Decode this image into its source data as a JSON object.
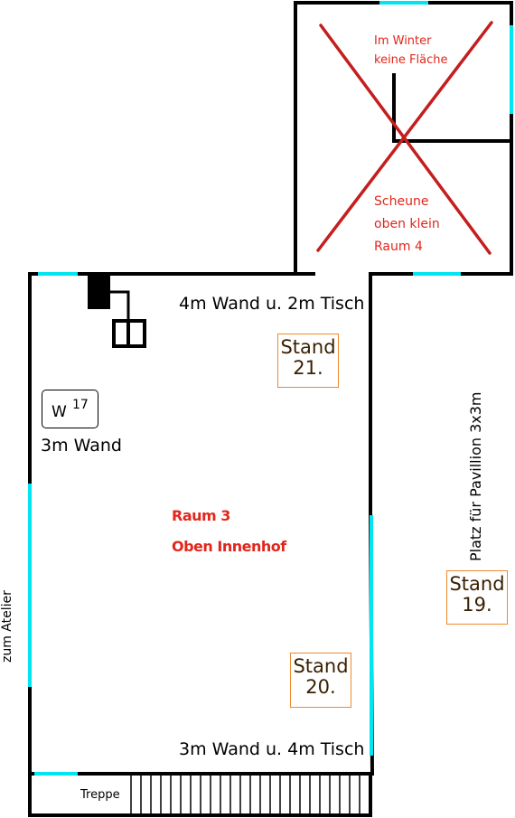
{
  "barn": {
    "note_line1": "Im Winter",
    "note_line2": "keine Fläche",
    "name_line1": "Scheune",
    "name_line2": "oben klein",
    "name_line3": "Raum 4"
  },
  "room3": {
    "title_line1": "Raum 3",
    "title_line2": "Oben Innenhof",
    "top_wall_label": "4m Wand u. 2m Tisch",
    "bottom_wall_label": "3m Wand u. 4m Tisch",
    "left_wall_label": "3m Wand",
    "wall_tag_prefix": "W",
    "wall_tag_number": "17"
  },
  "stands": [
    {
      "line1": "Stand",
      "line2": "21."
    },
    {
      "line1": "Stand",
      "line2": "20."
    },
    {
      "line1": "Stand",
      "line2": "19."
    }
  ],
  "outside": {
    "pavilion_label": "Platz für Pavillion 3x3m",
    "atelier_label": "zum Atelier",
    "stairs_label": "Treppe"
  },
  "colors": {
    "wall": "#000000",
    "window": "#00e5f2",
    "cross": "#c41e1e",
    "label_red": "#e1261c",
    "stand_border": "#f0882c"
  }
}
